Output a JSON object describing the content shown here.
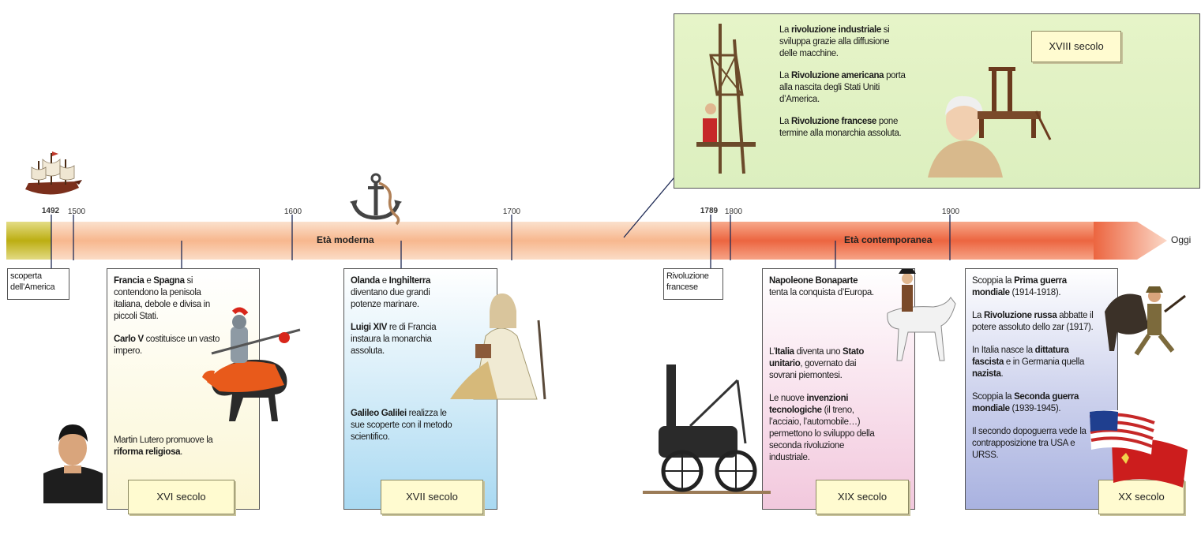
{
  "timeline": {
    "ticks": [
      {
        "year": "1492",
        "bold": true
      },
      {
        "year": "1500",
        "bold": false
      },
      {
        "year": "1600",
        "bold": false
      },
      {
        "year": "1700",
        "bold": false
      },
      {
        "year": "1789",
        "bold": true
      },
      {
        "year": "1800",
        "bold": false
      },
      {
        "year": "1900",
        "bold": false
      }
    ],
    "eras": [
      "Età moderna",
      "Età contemporanea"
    ],
    "end_label": "Oggi",
    "colors": {
      "modern_band": "#f9c9a6",
      "contemporary_band": "#f07a55",
      "start_segment": "#c6b814"
    }
  },
  "events": {
    "discovery": {
      "line1": "scoperta",
      "line2": "dell’America"
    },
    "revolution": {
      "line1": "Rivoluzione",
      "line2": "francese"
    }
  },
  "panels": {
    "xvi": {
      "label": "XVI secolo",
      "p1": {
        "b1": "Francia",
        "t1": " e ",
        "b2": "Spagna",
        "t2": " si contendono la penisola italiana, debole e divisa in piccoli Stati."
      },
      "p2": {
        "b1": "Carlo V",
        "t1": " costituisce un vasto impero."
      },
      "p3": {
        "t1": "Martin Lutero promuove la ",
        "b1": "riforma religiosa",
        "t2": "."
      }
    },
    "xvii": {
      "label": "XVII secolo",
      "p1": {
        "b1": "Olanda",
        "t1": " e ",
        "b2": "Inghilterra",
        "t2": " diventano due grandi potenze marinare."
      },
      "p2": {
        "b1": "Luigi XIV",
        "t1": " re di Francia instaura la monarchia assoluta."
      },
      "p3": {
        "b1": "Galileo Galilei",
        "t1": " realizza le sue scoperte con il metodo scientifico."
      }
    },
    "xviii": {
      "label": "XVIII secolo",
      "p1": {
        "t1": "La ",
        "b1": "rivoluzione industriale",
        "t2": " si sviluppa grazie alla diffusione delle macchine."
      },
      "p2": {
        "t1": "La ",
        "b1": "Rivoluzione americana",
        "t2": " porta alla nascita degli Stati Uniti d’America."
      },
      "p3": {
        "t1": "La ",
        "b1": "Rivoluzione francese",
        "t2": " pone termine alla monarchia assoluta."
      }
    },
    "xix": {
      "label": "XIX secolo",
      "p1": {
        "b1": "Napoleone Bonaparte",
        "t1": " tenta la conquista d’Europa."
      },
      "p2": {
        "t1": "L’",
        "b1": "Italia",
        "t2": " diventa uno ",
        "b2": "Stato unitario",
        "t3": ", governato dai sovrani piemontesi."
      },
      "p3": {
        "t1": "Le nuove ",
        "b1": "invenzioni tecnologiche",
        "t2": " (il treno, l’acciaio, l’automobile…) permettono lo sviluppo della seconda rivoluzione industriale."
      }
    },
    "xx": {
      "label": "XX secolo",
      "p1": {
        "t1": "Scoppia la ",
        "b1": "Prima guerra mondiale",
        "t2": " (1914-1918)."
      },
      "p2": {
        "t1": "La ",
        "b1": "Rivoluzione russa",
        "t2": " abbatte il potere assoluto dello zar (1917)."
      },
      "p3": {
        "t1": "In Italia nasce la ",
        "b1": "dittatura fascista",
        "t2": " e in Germania quella ",
        "b2": "nazista",
        "t3": "."
      },
      "p4": {
        "t1": "Scoppia la ",
        "b1": "Seconda guerra mondiale",
        "t2": " (1939-1945)."
      },
      "p5": {
        "t1": "Il secondo dopoguerra vede la contrapposizione tra USA e URSS."
      }
    }
  }
}
